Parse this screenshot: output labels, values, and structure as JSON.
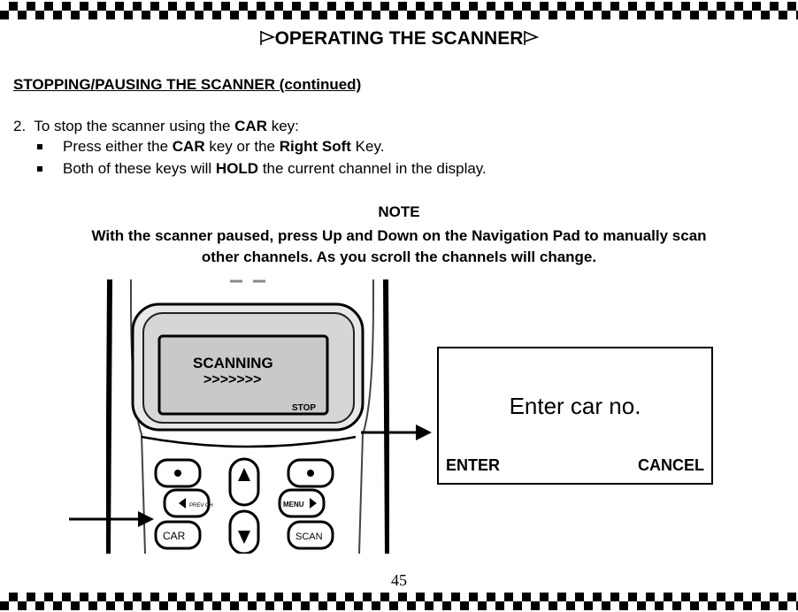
{
  "page": {
    "title": "OPERATING THE SCANNER",
    "subtitle": "STOPPING/PAUSING THE SCANNER (continued)",
    "step": {
      "number": "2.",
      "text_before": "To stop the scanner using the ",
      "key": "CAR",
      "text_after": " key:"
    },
    "bullets": [
      {
        "before": "Press either the ",
        "bold1": "CAR",
        "middle": " key or the ",
        "bold2": "Right Soft",
        "after": " Key."
      },
      {
        "before": "Both of these keys will ",
        "bold1": "HOLD",
        "after": " the current channel in the display."
      }
    ],
    "note": {
      "heading": "NOTE",
      "line1": "With the scanner paused, press Up and Down on the Navigation Pad to manually scan",
      "line2": "other channels.  As you scroll the channels will change."
    },
    "page_number": "45"
  },
  "device": {
    "screen_line1": "SCANNING",
    "screen_line2": ">>>>>>>",
    "screen_soft": "STOP",
    "key_left": "CAR",
    "key_right": "SCAN",
    "key_menu": "MENU",
    "key_prev": "PREV CH"
  },
  "display_panel": {
    "prompt": "Enter car no.",
    "soft_left": "ENTER",
    "soft_right": "CANCEL"
  },
  "icons": {
    "title_flags": "flag-icon",
    "arrows": "arrow-right-icon"
  }
}
